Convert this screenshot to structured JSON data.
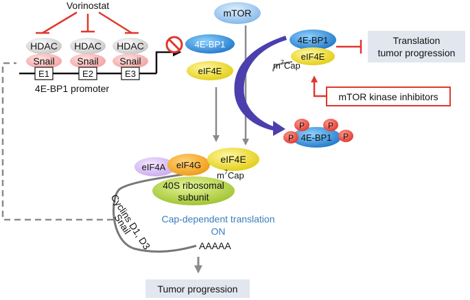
{
  "drug": "Vorinostat",
  "promoter": {
    "label": "4E-BP1 promoter",
    "elements": [
      "E1",
      "E2",
      "E3"
    ],
    "hdac_label": "HDAC",
    "snail_label": "Snail"
  },
  "mtor": "mTOR",
  "left_complex": {
    "bp1": "4E-BP1",
    "eif4e": "eIF4E"
  },
  "right_complex": {
    "bp1": "4E-BP1",
    "eif4e": "eIF4E",
    "cap_m": "m",
    "cap_sup": "7",
    "cap_rest": "Cap"
  },
  "phospho": {
    "bp1": "4E-BP1",
    "p": "P"
  },
  "translation_box": {
    "line1": "Translation",
    "line2": "tumor progression"
  },
  "inhibitors": "mTOR kinase inhibitors",
  "initiation": {
    "eif4a": "eIF4A",
    "eif4g": "eIF4G",
    "eif4e": "eIF4E",
    "cap_m": "m",
    "cap_sup": "7",
    "cap_rest": "Cap",
    "ribosome_line1": "40S ribosomal",
    "ribosome_line2": "subunit"
  },
  "cap_dependent": {
    "line1": "Cap-dependent translation",
    "line2": "ON"
  },
  "mrna_targets": {
    "line1": "Cyclins D1, D3",
    "line2": "Snail"
  },
  "poly_a": "AAAAA",
  "outcome": "Tumor progression",
  "colors": {
    "inhibit_red": "#e0362c",
    "bp1_blue": "#2f8fd6",
    "eif4e_yellow": "#ecdc1c",
    "gray_arrow": "#8a8a8a",
    "purple_arrow": "#4b3fae",
    "box_fill": "#e2e7ef",
    "text_blue": "#3a7dbf"
  }
}
